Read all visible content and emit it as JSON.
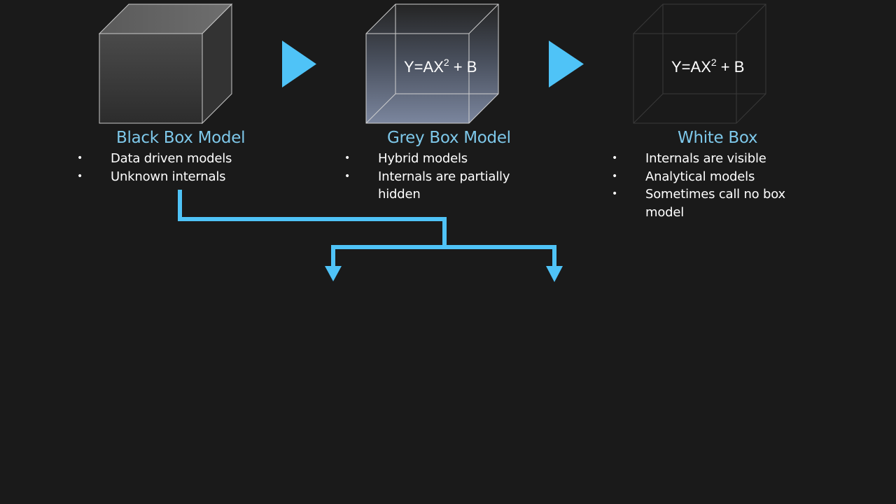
{
  "colors": {
    "background": "#1a1a1a",
    "accent": "#4fc3f7",
    "title": "#7ec8ea",
    "text": "#ffffff"
  },
  "models": [
    {
      "title": "Black Box Model",
      "bullets": [
        "Data driven models",
        "Unknown internals"
      ]
    },
    {
      "title": "Grey Box Model",
      "formula": {
        "base": "Y=AX",
        "exponent": "2",
        "tail": " + B"
      },
      "bullets": [
        "Hybrid models",
        "Internals are partially hidden"
      ]
    },
    {
      "title": "White Box",
      "formula": {
        "base": "Y=AX",
        "exponent": "2",
        "tail": " + B"
      },
      "bullets": [
        "Internals are visible",
        "Analytical models",
        "Sometimes call no box model"
      ]
    }
  ]
}
